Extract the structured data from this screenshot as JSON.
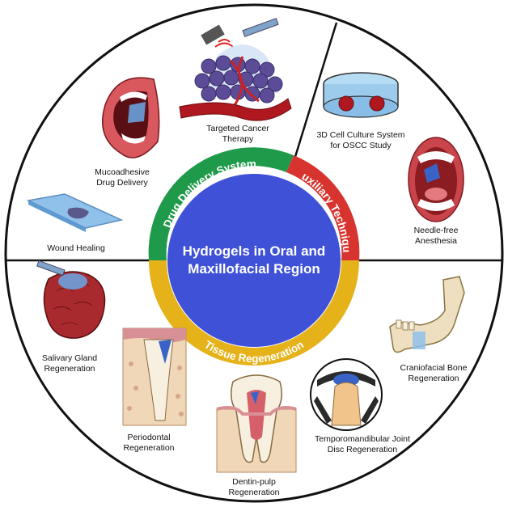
{
  "center": {
    "title_line1": "Hydrogels in Oral and",
    "title_line2": "Maxillofacial Region",
    "color": "#3f51d6"
  },
  "ring": {
    "drug_delivery": {
      "label": "Drug Delivery System",
      "color": "#1f9a4a"
    },
    "auxiliary": {
      "label": "Auxiliary Technique",
      "color": "#d8342f"
    },
    "tissue": {
      "label": "Tissue Regeneration",
      "color": "#e6b21a"
    }
  },
  "applications": {
    "targeted_cancer": {
      "line1": "Targeted Cancer",
      "line2": "Therapy",
      "icon": "tumor-vessel-icon"
    },
    "mucoadhesive": {
      "line1": "Mucoadhesive",
      "line2": "Drug Delivery",
      "icon": "open-mouth-icon"
    },
    "wound_healing": {
      "line1": "Wound Healing",
      "icon": "hydrogel-patch-icon"
    },
    "cell_culture": {
      "line1": "3D Cell Culture System",
      "line2": "for OSCC Study",
      "icon": "petri-dish-icon"
    },
    "needle_free": {
      "line1": "Needle-free",
      "line2": "Anesthesia",
      "icon": "mouth-throat-icon"
    },
    "salivary": {
      "line1": "Salivary Gland",
      "line2": "Regeneration",
      "icon": "salivary-gland-icon"
    },
    "periodontal": {
      "line1": "Periodontal",
      "line2": "Regeneration",
      "icon": "periodontium-icon"
    },
    "dentin_pulp": {
      "line1": "Dentin-pulp",
      "line2": "Regeneration",
      "icon": "tooth-icon"
    },
    "tmj": {
      "line1": "Temporomandibular Joint",
      "line2": "Disc Regeneration",
      "icon": "tmj-joint-icon"
    },
    "craniofacial": {
      "line1": "Craniofacial Bone",
      "line2": "Regeneration",
      "icon": "mandible-icon"
    }
  }
}
